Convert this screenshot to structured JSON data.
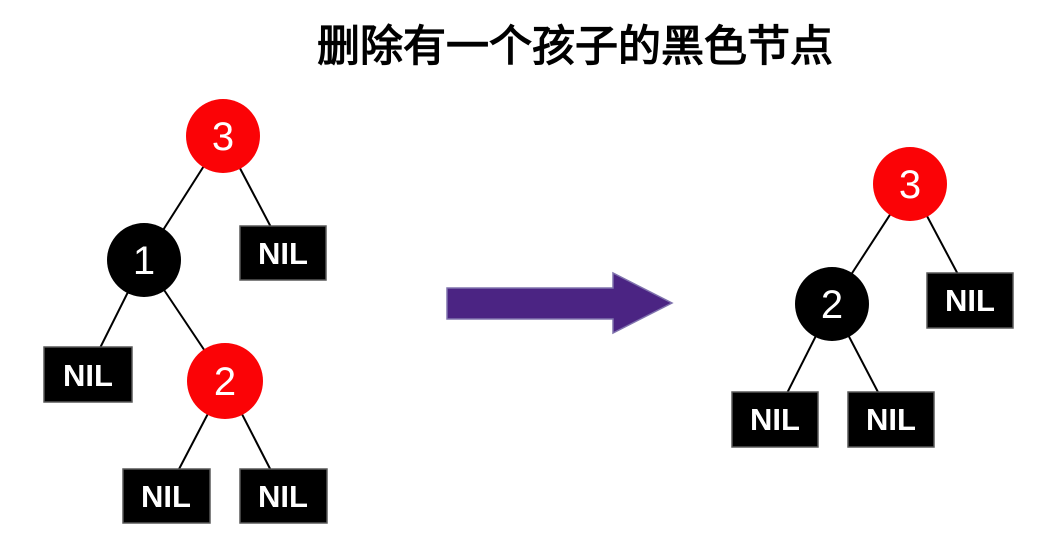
{
  "title": "删除有一个孩子的黑色节点",
  "nil_label": "NIL",
  "colors": {
    "red_node": "#FB0306",
    "black_node": "#000000",
    "node_text": "#FFFFFF",
    "nil_text": "#FFFFFF",
    "edge": "#000000",
    "nil_border": "#595959",
    "arrow_fill": "#4B2483",
    "arrow_outline": "#8073AE",
    "title_text": "#000000",
    "background": "#FFFFFF"
  },
  "left_tree": {
    "root": {
      "label": "3",
      "color": "red"
    },
    "root_left": {
      "label": "1",
      "color": "black"
    },
    "root_right": "NIL",
    "left_left": "NIL",
    "left_right": {
      "label": "2",
      "color": "red"
    },
    "left_right_left": "NIL",
    "left_right_right": "NIL"
  },
  "right_tree": {
    "root": {
      "label": "3",
      "color": "red"
    },
    "root_left": {
      "label": "2",
      "color": "black"
    },
    "root_right": "NIL",
    "left_left": "NIL",
    "left_right": "NIL"
  }
}
